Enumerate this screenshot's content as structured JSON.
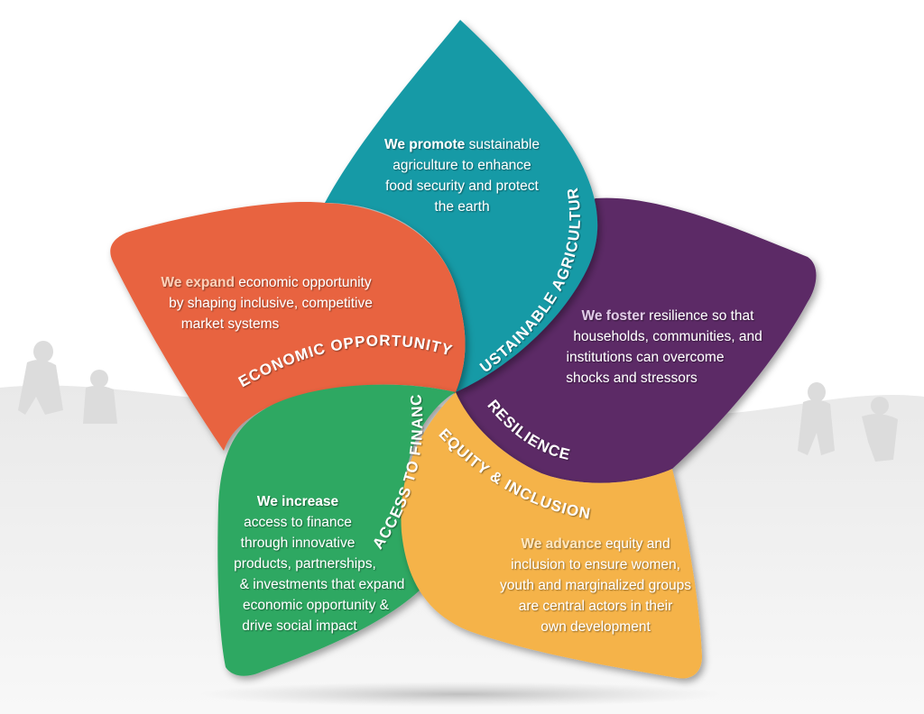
{
  "colors": {
    "teal": "#149aa6",
    "orange": "#e8643f",
    "purple": "#5c2a66",
    "green": "#2fa862",
    "yellow": "#f5b34a",
    "text": "#ffffff"
  },
  "petals": {
    "sustainable_agriculture": {
      "label": "SUSTAINABLE AGRICULTURE",
      "lead_a": "We promote",
      "rest_a": " sustainable",
      "line2": "agriculture to enhance",
      "line3": "food security and protect",
      "line4": "the earth"
    },
    "economic_opportunity": {
      "label": "ECONOMIC OPPORTUNITY",
      "lead_a": "We expand",
      "rest_a": " economic opportunity",
      "line2": "by shaping inclusive, competitive",
      "line3": "market systems"
    },
    "resilience": {
      "label": "RESILIENCE",
      "lead_a": "We foster",
      "rest_a": " resilience so that",
      "line2": "households, communities, and",
      "line3": "institutions can overcome",
      "line4": "shocks and stressors"
    },
    "access_to_finance": {
      "label": "ACCESS TO FINANCE",
      "lead_a": "We increase",
      "line2": "access to finance",
      "line3": "through innovative",
      "line4": "products, partnerships,",
      "line5": "& investments that expand",
      "line6": "economic opportunity &",
      "line7": "drive social impact"
    },
    "equity_inclusion": {
      "label": "EQUITY & INCLUSION",
      "lead_a": "We advance",
      "rest_a": " equity and",
      "line2": "inclusion to ensure women,",
      "line3": "youth and marginalized groups",
      "line4": "are central actors in their",
      "line5": "own development"
    }
  }
}
